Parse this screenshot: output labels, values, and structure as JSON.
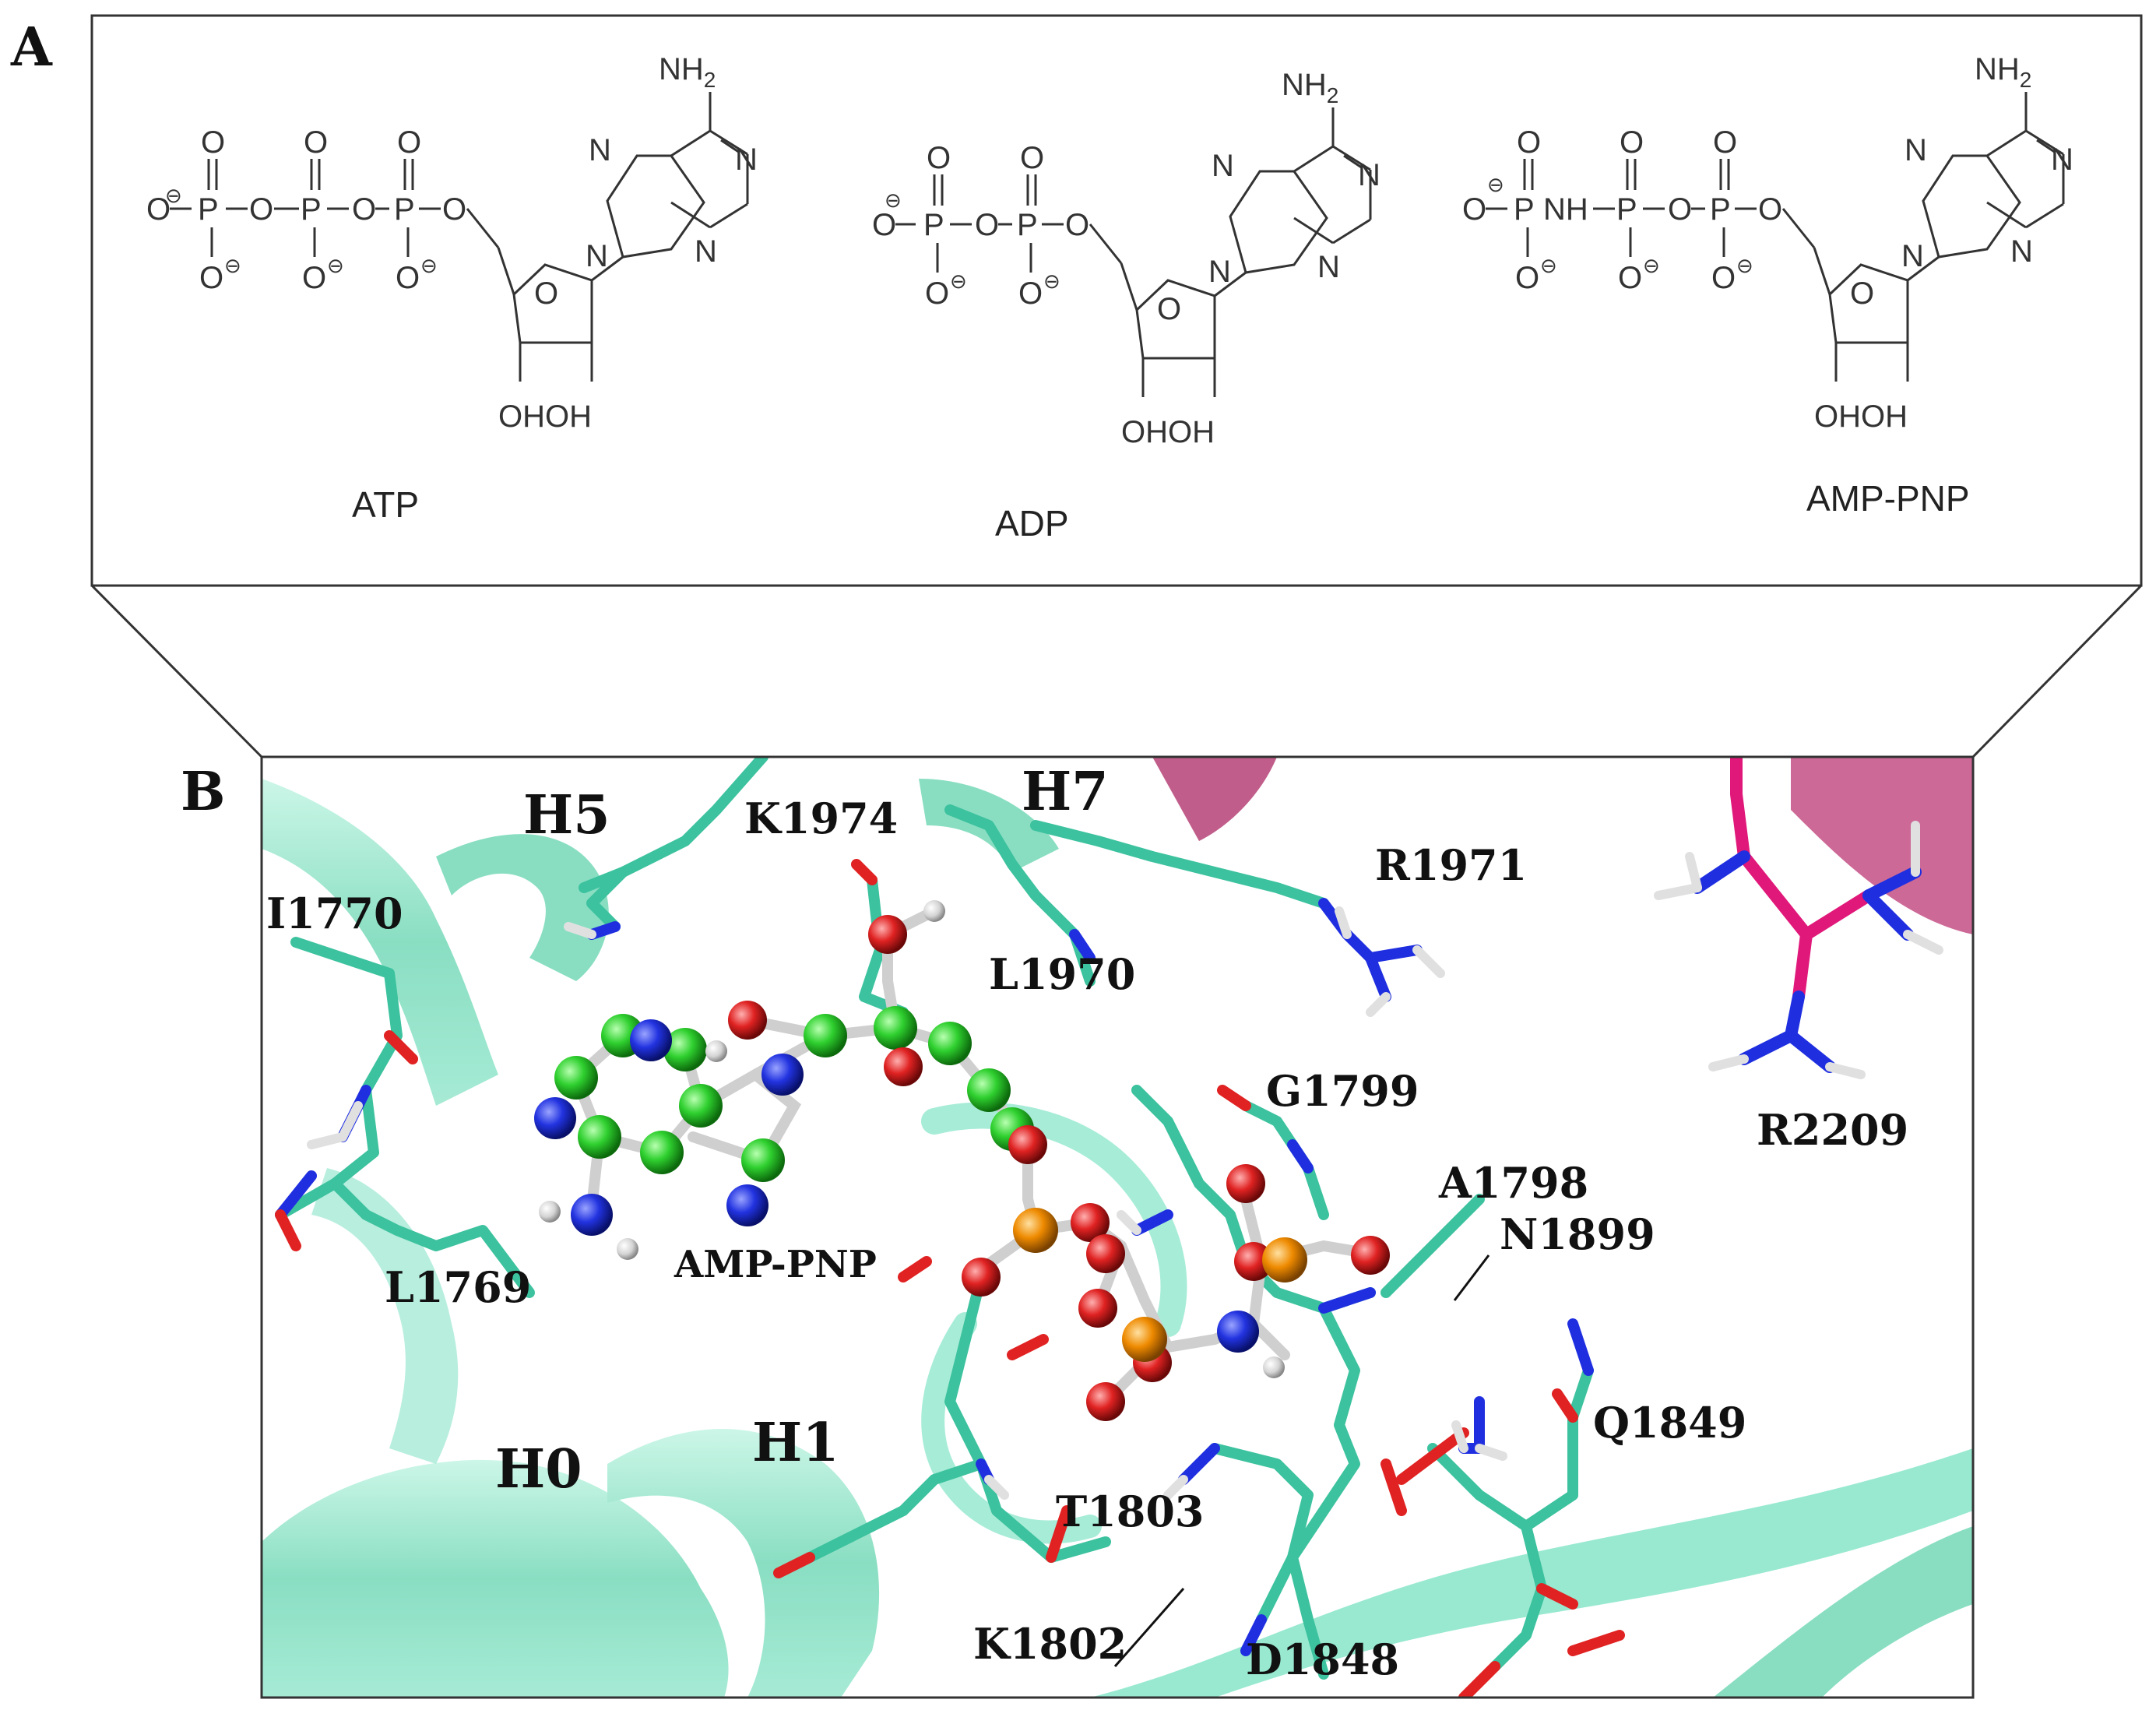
{
  "figure": {
    "panel_a_label": "A",
    "panel_b_label": "B",
    "atoms": {
      "amine": "NH2",
      "amine_base": "NH",
      "amine_sub": "2",
      "n": "N",
      "o": "O",
      "p": "P",
      "minus": "⊖",
      "dioh": "OHOH",
      "imido": "NH"
    },
    "molecules": [
      {
        "name": "ATP",
        "phosphates": 3,
        "imido_bridge": false
      },
      {
        "name": "ADP",
        "phosphates": 2,
        "imido_bridge": false
      },
      {
        "name": "AMP-PNP",
        "phosphates": 3,
        "imido_bridge": true
      }
    ],
    "helix_labels": [
      "H5",
      "H7",
      "H0",
      "H1"
    ],
    "residue_labels": [
      "K1974",
      "R1971",
      "I1770",
      "L1970",
      "G1799",
      "R2209",
      "A1798",
      "N1899",
      "L1769",
      "AMP-PNP",
      "Q1849",
      "T1803",
      "K1802",
      "D1848"
    ],
    "colors": {
      "carbon_protein": "#3cc29e",
      "cartoon": "#8fe8cc",
      "ligand_carbon": "#22c922",
      "nitrogen": "#1f2fe0",
      "oxygen": "#e02222",
      "phosphorus": "#ee8a00",
      "hydrogen": "#d8d8d8",
      "arg_magenta": "#e0187a"
    }
  }
}
